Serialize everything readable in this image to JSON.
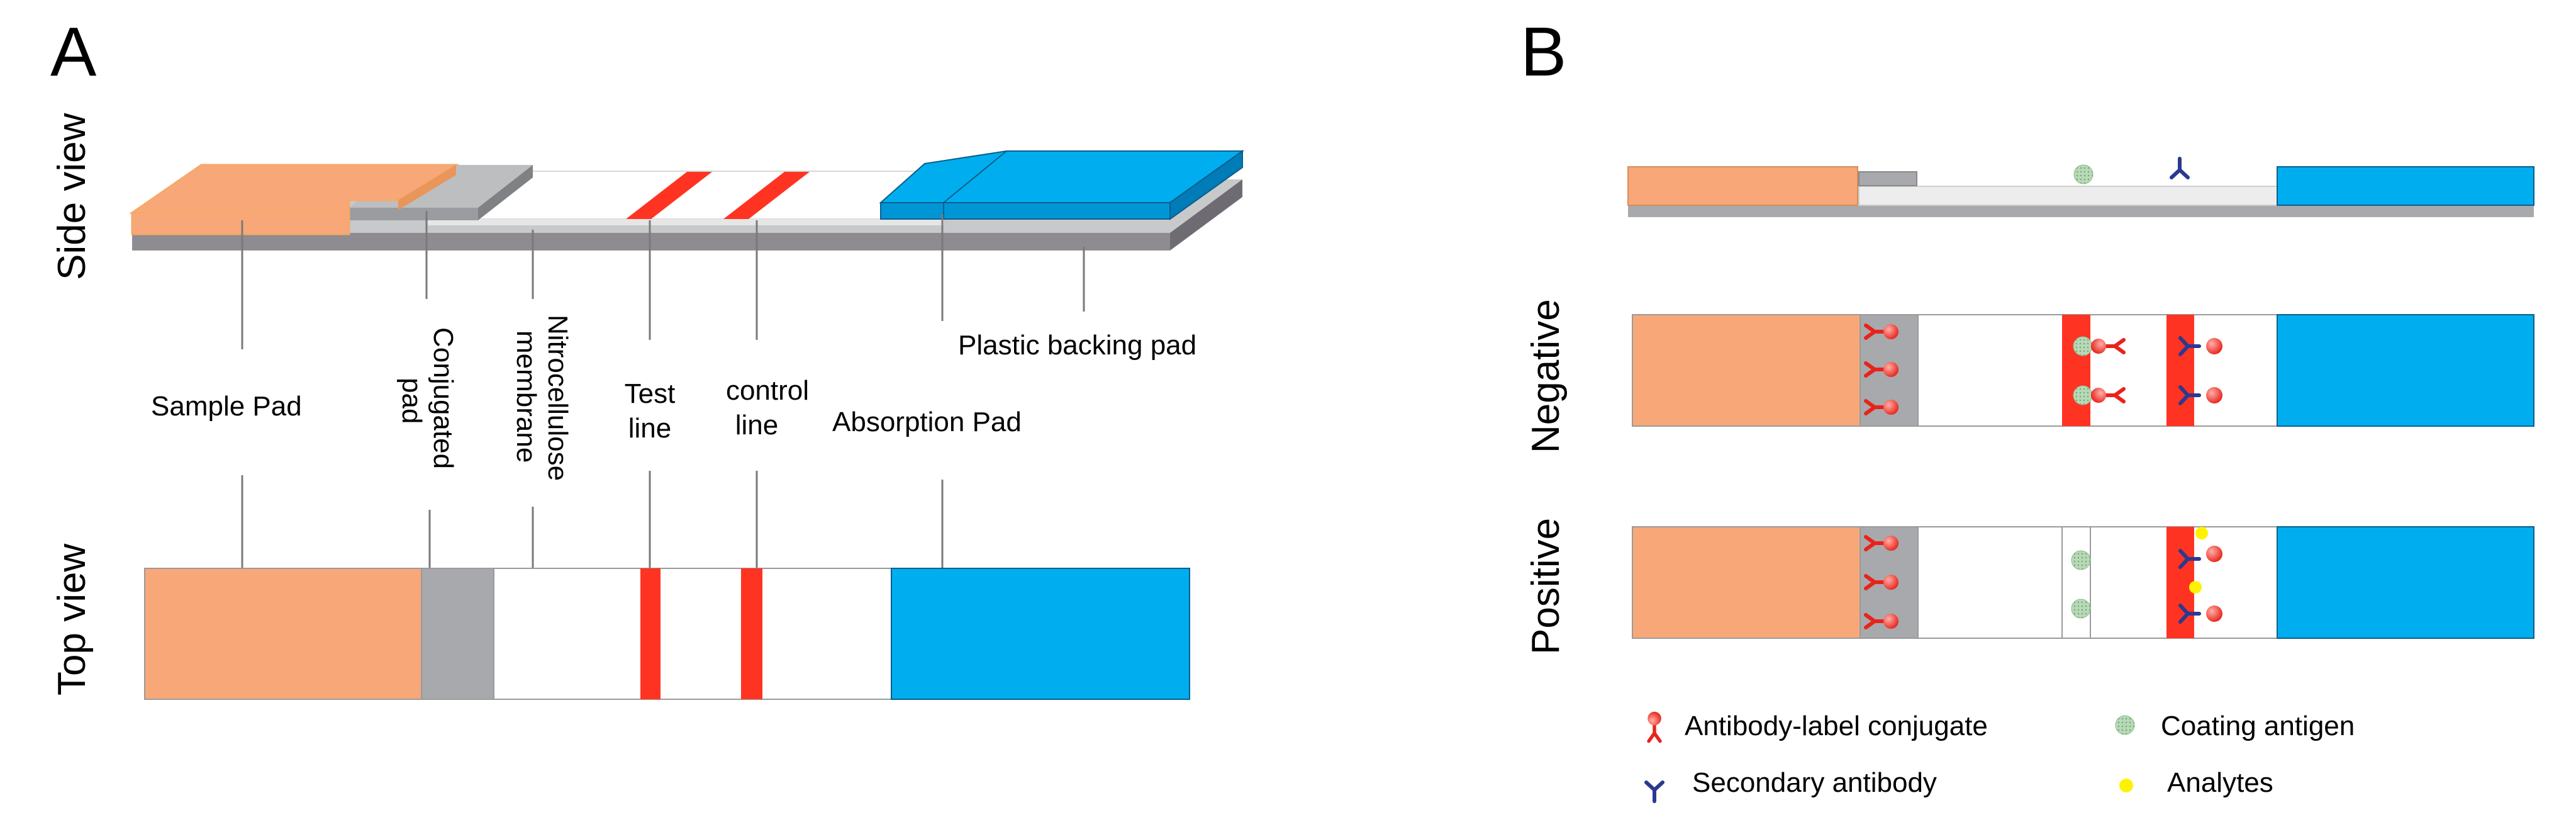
{
  "panel_a": {
    "letter": "A",
    "side_view_label": "Side view",
    "top_view_label": "Top view",
    "labels": {
      "sample_pad": "Sample Pad",
      "conjugated_pad_1": "Conjugated",
      "conjugated_pad_2": "pad",
      "nitrocellulose_1": "Nitrocellulose",
      "nitrocellulose_2": "membrane",
      "test_line_1": "Test",
      "test_line_2": "line",
      "control_line_1": "control",
      "control_line_2": "line",
      "absorption_pad": "Absorption Pad",
      "plastic_backing_pad": "Plastic backing pad"
    }
  },
  "panel_b": {
    "letter": "B",
    "negative_label": "Negative",
    "positive_label": "Positive"
  },
  "legend": {
    "antibody_label_conjugate": "Antibody-label conjugate",
    "secondary_antibody": "Secondary antibody",
    "coating_antigen": "Coating antigen",
    "analytes": "Analytes"
  },
  "colors": {
    "sample_pad": "#F8A878",
    "conjugate_pad": "#A7A9AC",
    "membrane": "#FFFFFF",
    "line_red": "#FF3322",
    "absorption_pad": "#00AEEF",
    "backing": "#8A8C8F",
    "secondary_antibody": "#2B3990",
    "analyte": "#FFF200",
    "antigen": "#9ACB9A"
  }
}
